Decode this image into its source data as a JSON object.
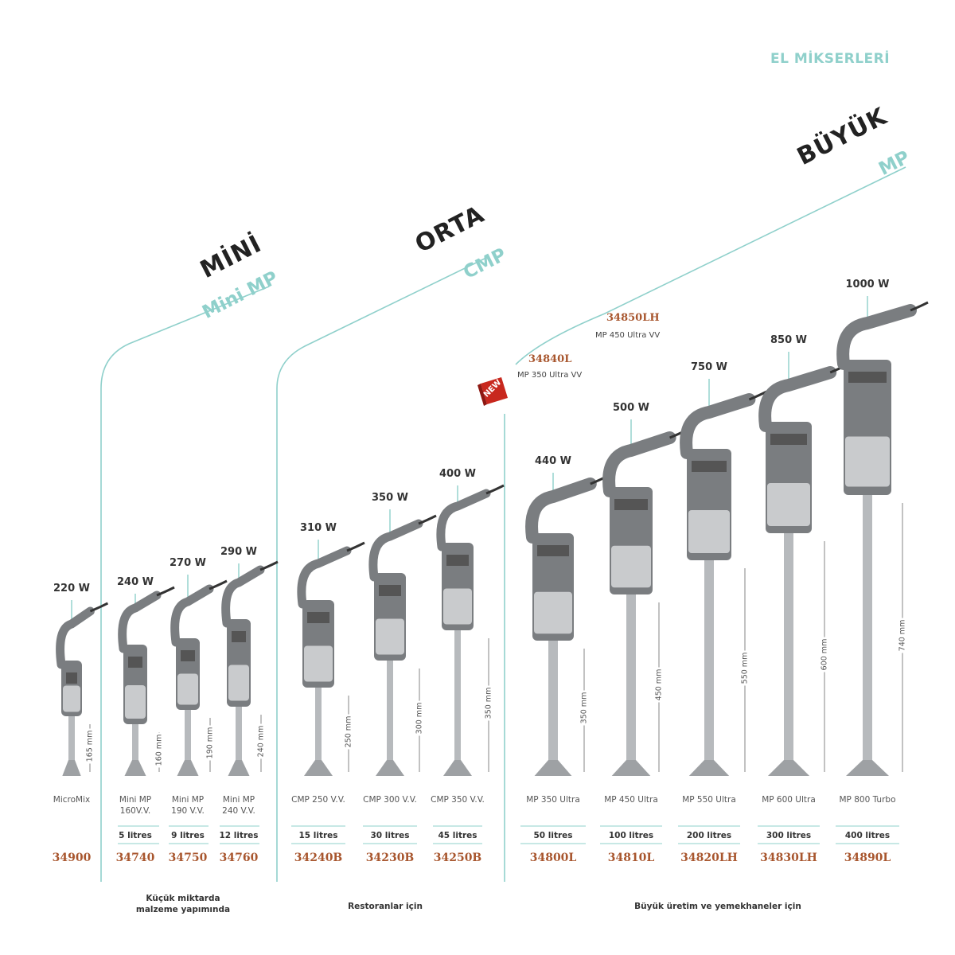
{
  "header": {
    "title": "EL MİKSERLERİ"
  },
  "categories": [
    {
      "title": "MİNİ",
      "subtitle": "Mini MP",
      "footer": "Küçük miktarda\nmalzeme yapımında"
    },
    {
      "title": "ORTA",
      "subtitle": "CMP",
      "footer": "Restoranlar için"
    },
    {
      "title": "BÜYÜK",
      "subtitle": "MP",
      "footer": "Büyük üretim ve yemekhaneler için"
    }
  ],
  "badge": {
    "label": "NEW"
  },
  "callouts": [
    {
      "code": "34850LH",
      "model": "MP 450 Ultra VV"
    },
    {
      "code": "34840L",
      "model": "MP 350 Ultra VV"
    }
  ],
  "products": [
    {
      "power": "220 W",
      "model": "MicroMix",
      "capacity": "",
      "code": "34900",
      "shaft": "165 mm"
    },
    {
      "power": "240 W",
      "model": "Mini MP\n160V.V.",
      "capacity": "5 litres",
      "code": "34740",
      "shaft": "160 mm"
    },
    {
      "power": "270 W",
      "model": "Mini MP\n190 V.V.",
      "capacity": "9 litres",
      "code": "34750",
      "shaft": "190 mm"
    },
    {
      "power": "290 W",
      "model": "Mini MP\n240 V.V.",
      "capacity": "12 litres",
      "code": "34760",
      "shaft": "240 mm"
    },
    {
      "power": "310 W",
      "model": "CMP 250 V.V.",
      "capacity": "15 litres",
      "code": "34240B",
      "shaft": "250 mm"
    },
    {
      "power": "350 W",
      "model": "CMP 300 V.V.",
      "capacity": "30 litres",
      "code": "34230B",
      "shaft": "300 mm"
    },
    {
      "power": "400 W",
      "model": "CMP 350 V.V.",
      "capacity": "45 litres",
      "code": "34250B",
      "shaft": "350 mm"
    },
    {
      "power": "440 W",
      "model": "MP 350 Ultra",
      "capacity": "50 litres",
      "code": "34800L",
      "shaft": "350 mm"
    },
    {
      "power": "500 W",
      "model": "MP 450 Ultra",
      "capacity": "100 litres",
      "code": "34810L",
      "shaft": "450 mm"
    },
    {
      "power": "750 W",
      "model": "MP 550 Ultra",
      "capacity": "200 litres",
      "code": "34820LH",
      "shaft": "550 mm"
    },
    {
      "power": "850 W",
      "model": "MP 600 Ultra",
      "capacity": "300 litres",
      "code": "34830LH",
      "shaft": "600 mm"
    },
    {
      "power": "1000 W",
      "model": "MP 800 Turbo",
      "capacity": "400 litres",
      "code": "34890L",
      "shaft": "740 mm"
    }
  ],
  "colors": {
    "accent": "#8fd0cb",
    "code": "#a8562e",
    "body": "#7a7d80",
    "steel": "#c9cbcd"
  }
}
